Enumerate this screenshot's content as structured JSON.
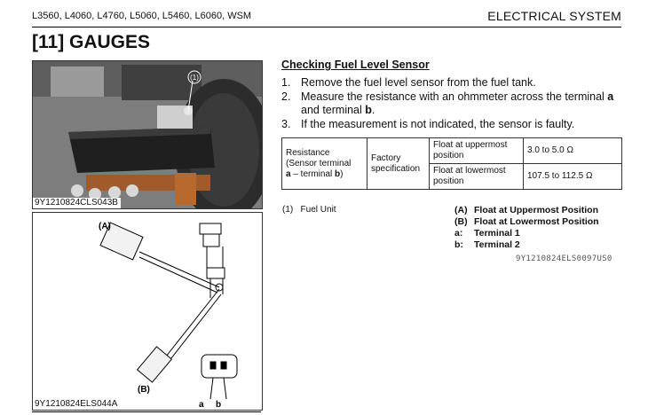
{
  "header": {
    "models": "L3560, L4060, L4760, L5060, L5460, L6060, WSM",
    "section": "ELECTRICAL SYSTEM"
  },
  "section_title": "[11] GAUGES",
  "figures": {
    "photo": {
      "callout": "(1)",
      "id": "9Y1210824CLS043B"
    },
    "diagram": {
      "label_a": "(A)",
      "label_b": "(B)",
      "terminal_a": "a",
      "terminal_b": "b",
      "id": "9Y1210824ELS044A"
    }
  },
  "procedure": {
    "title": "Checking Fuel Level Sensor",
    "steps": [
      {
        "num": "1.",
        "text": "Remove the fuel level sensor from the fuel tank."
      },
      {
        "num": "2.",
        "pre": "Measure the resistance with an ohmmeter across the terminal ",
        "bold1": "a",
        "mid": " and terminal ",
        "bold2": "b",
        "post": "."
      },
      {
        "num": "3.",
        "text": "If the measurement is not indicated, the sensor is faulty."
      }
    ]
  },
  "spec_table": {
    "item_line1": "Resistance",
    "item_line2": "(Sensor terminal",
    "item_bold_a": "a",
    "item_mid": " – terminal ",
    "item_bold_b": "b",
    "item_end": ")",
    "spec_label": "Factory specification",
    "rows": [
      {
        "condition": "Float at uppermost position",
        "value": "3.0 to 5.0 Ω"
      },
      {
        "condition": "Float at lowermost position",
        "value": "107.5 to 112.5 Ω"
      }
    ]
  },
  "legend": {
    "left": "(1)   Fuel Unit",
    "right": [
      {
        "key": "(A)",
        "text": "Float at Uppermost Position"
      },
      {
        "key": "(B)",
        "text": "Float at Lowermost Position"
      },
      {
        "key": "a:",
        "text": "Terminal 1"
      },
      {
        "key": "b:",
        "text": "Terminal 2"
      }
    ],
    "code": "9Y1210824ELS0097US0"
  }
}
